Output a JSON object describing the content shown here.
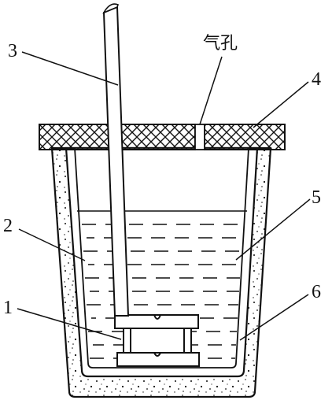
{
  "diagram": {
    "labels": {
      "part_1": "1",
      "part_2": "2",
      "part_3": "3",
      "part_4": "4",
      "part_5": "5",
      "part_6": "6",
      "vent_hole": "气孔"
    }
  }
}
